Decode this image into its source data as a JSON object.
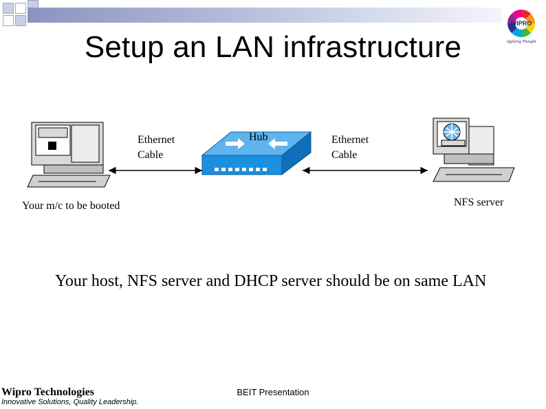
{
  "slide": {
    "title": "Setup an LAN infrastructure",
    "caption": "Your host, NFS server and DHCP server should be on same LAN"
  },
  "diagram": {
    "left_cable": {
      "line1": "Ethernet",
      "line2": "Cable"
    },
    "hub_label": "Hub",
    "right_cable": {
      "line1": "Ethernet",
      "line2": "Cable"
    },
    "client_label": "Your m/c to be booted",
    "server_label": "NFS server"
  },
  "logo": {
    "text": "WIPRO",
    "tagline": "Applying Thought"
  },
  "footer": {
    "center_text": "BEIT Presentation",
    "brand_name": "Wipro Technologies",
    "brand_tagline": "Innovative Solutions, Quality Leadership."
  },
  "colors": {
    "hub_blue": "#1b8fe0",
    "header_bar": "#8a94c0",
    "computer_body": "#d9d9d9"
  }
}
